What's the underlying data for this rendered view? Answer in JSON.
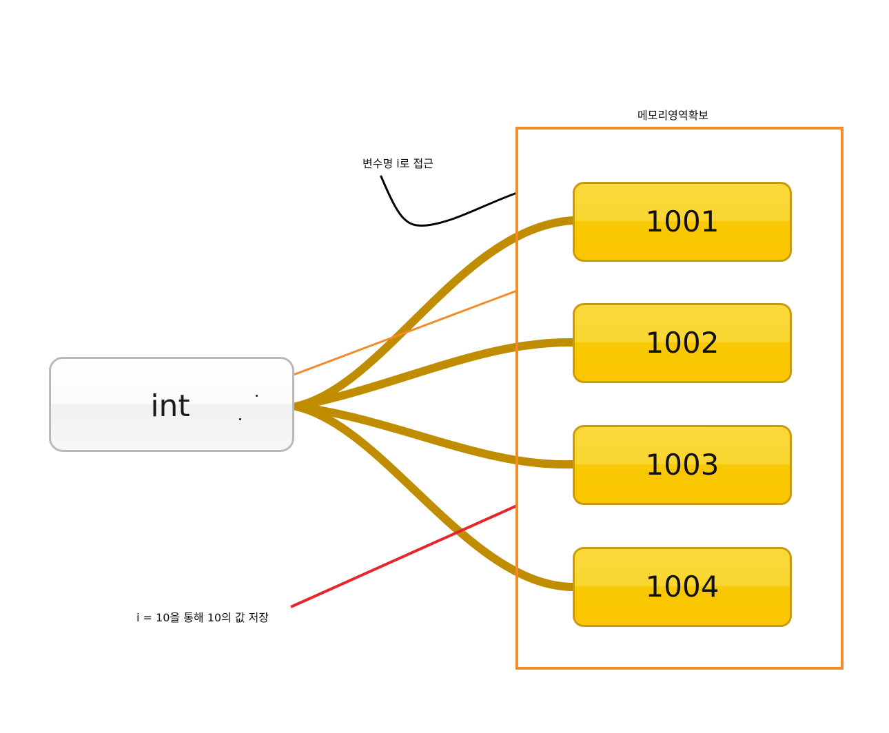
{
  "labels": {
    "memory_region": "메모리영역확보",
    "access_by_name": "변수명 i로 접근",
    "store_value": "i = 10을 통해 10의 값 저장"
  },
  "type_node": {
    "label": "int"
  },
  "memory_cells": [
    {
      "label": "1001"
    },
    {
      "label": "1002"
    },
    {
      "label": "1003"
    },
    {
      "label": "1004"
    }
  ],
  "colors": {
    "wire": "#c08c00",
    "region_border": "#f58a2b",
    "access_line": "#000000",
    "orange_line": "#f58a2b",
    "red_line": "#e6262b",
    "cell_fill": "#f9c800"
  }
}
